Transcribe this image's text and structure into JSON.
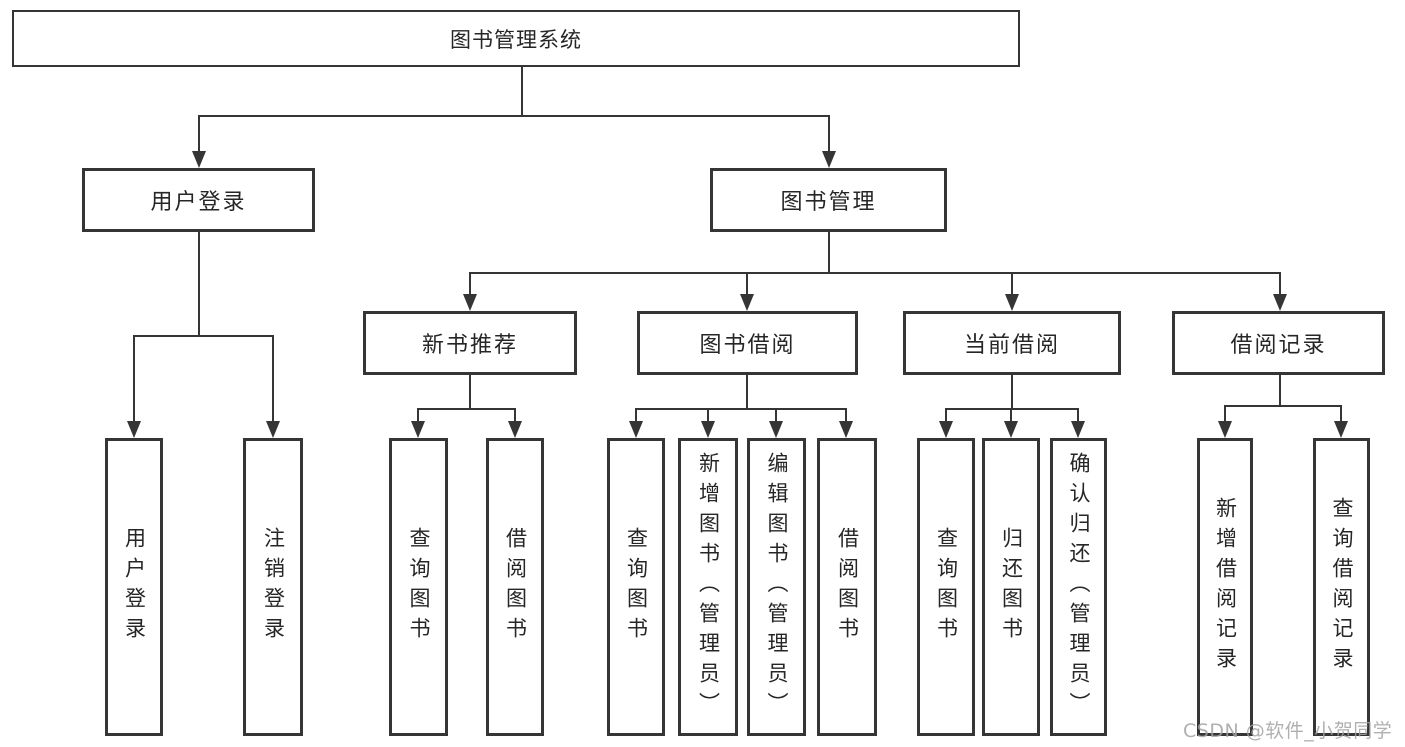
{
  "diagram": {
    "root": {
      "label": "图书管理系统"
    },
    "branches": [
      {
        "label": "用户登录",
        "children": [
          {
            "label": "用户登录"
          },
          {
            "label": "注销登录"
          }
        ]
      },
      {
        "label": "图书管理",
        "children": [
          {
            "label": "新书推荐",
            "children": [
              {
                "label": "查询图书"
              },
              {
                "label": "借阅图书"
              }
            ]
          },
          {
            "label": "图书借阅",
            "children": [
              {
                "label": "查询图书"
              },
              {
                "label": "新增图书（管理员）"
              },
              {
                "label": "编辑图书（管理员）"
              },
              {
                "label": "借阅图书"
              }
            ]
          },
          {
            "label": "当前借阅",
            "children": [
              {
                "label": "查询图书"
              },
              {
                "label": "归还图书"
              },
              {
                "label": "确认归还（管理员）"
              }
            ]
          },
          {
            "label": "借阅记录",
            "children": [
              {
                "label": "新增借阅记录"
              },
              {
                "label": "查询借阅记录"
              }
            ]
          }
        ]
      }
    ]
  },
  "watermark": {
    "text": "CSDN @软件_小贺同学"
  },
  "colors": {
    "line": "#353535",
    "text": "#262626",
    "watermark": "#a3a3a3",
    "background": "#ffffff"
  }
}
